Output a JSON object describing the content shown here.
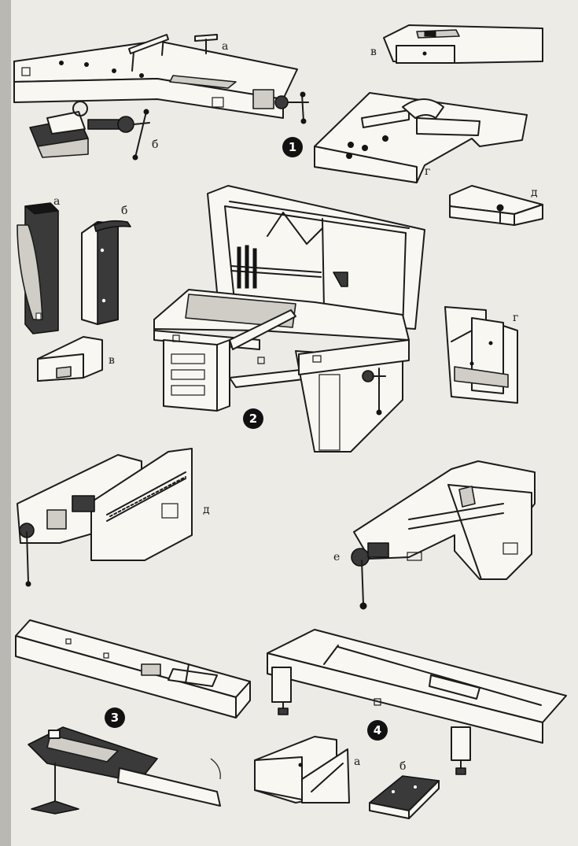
{
  "figure_numbers": {
    "f1": "1",
    "f2": "2",
    "f3": "3",
    "f4": "4"
  },
  "labels": {
    "f1_a": "а",
    "f1_b": "б",
    "f1_v": "в",
    "f1_g": "г",
    "f1_d": "д",
    "f2_a": "а",
    "f2_b": "б",
    "f2_v": "в",
    "f2_g": "г",
    "f2_d": "д",
    "f2_e": "е",
    "f4_a": "а",
    "f4_b": "б"
  }
}
